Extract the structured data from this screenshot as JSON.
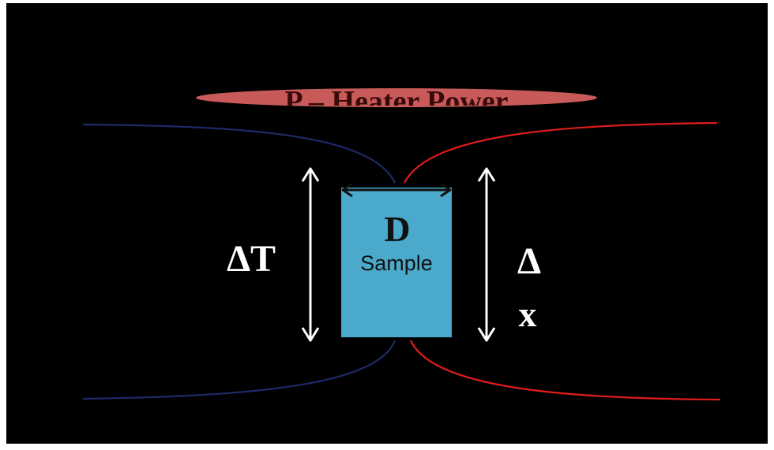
{
  "colors": {
    "background": "#000000",
    "frame": "#ffffff",
    "heater_fill": "#c85a5a",
    "heater_text": "#3a0a0a",
    "cold_line": "#1c2a66",
    "hot_line": "#e01c1c",
    "sample_fill": "#4ba9cb",
    "arrow": "#ffffff",
    "label_white": "#ffffff",
    "label_dark": "#111111"
  },
  "heater": {
    "label": "P – Heater Power"
  },
  "sample": {
    "symbol": "D",
    "label": "Sample"
  },
  "labels": {
    "delta_t": "ΔT",
    "delta_x_top": "Δ",
    "delta_x_bottom": "x"
  }
}
